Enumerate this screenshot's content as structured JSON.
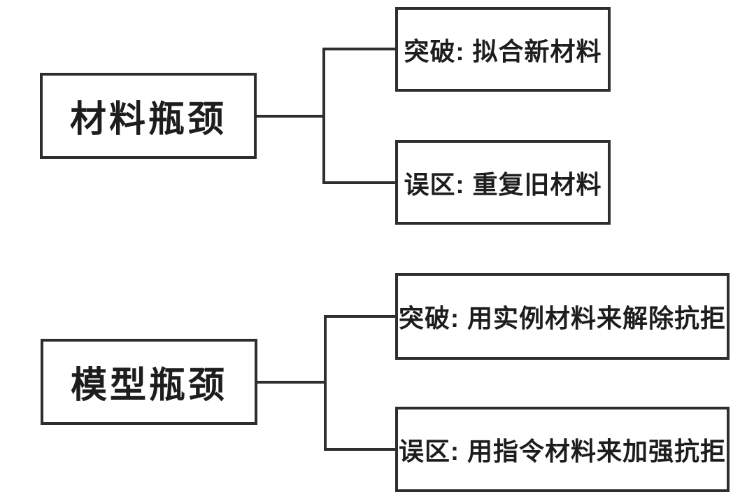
{
  "diagram": {
    "type": "tree",
    "groups": [
      {
        "parent": {
          "label": "材料瓶颈"
        },
        "children": [
          {
            "label": "突破: 拟合新材料"
          },
          {
            "label": "误区: 重复旧材料"
          }
        ]
      },
      {
        "parent": {
          "label": "模型瓶颈"
        },
        "children": [
          {
            "label": "突破: 用实例材料来解除抗拒"
          },
          {
            "label": "误区: 用指令材料来加强抗拒"
          }
        ]
      }
    ],
    "colors": {
      "background": "#ffffff",
      "line": "#2e2e2e",
      "text": "#1d1d1d"
    }
  }
}
